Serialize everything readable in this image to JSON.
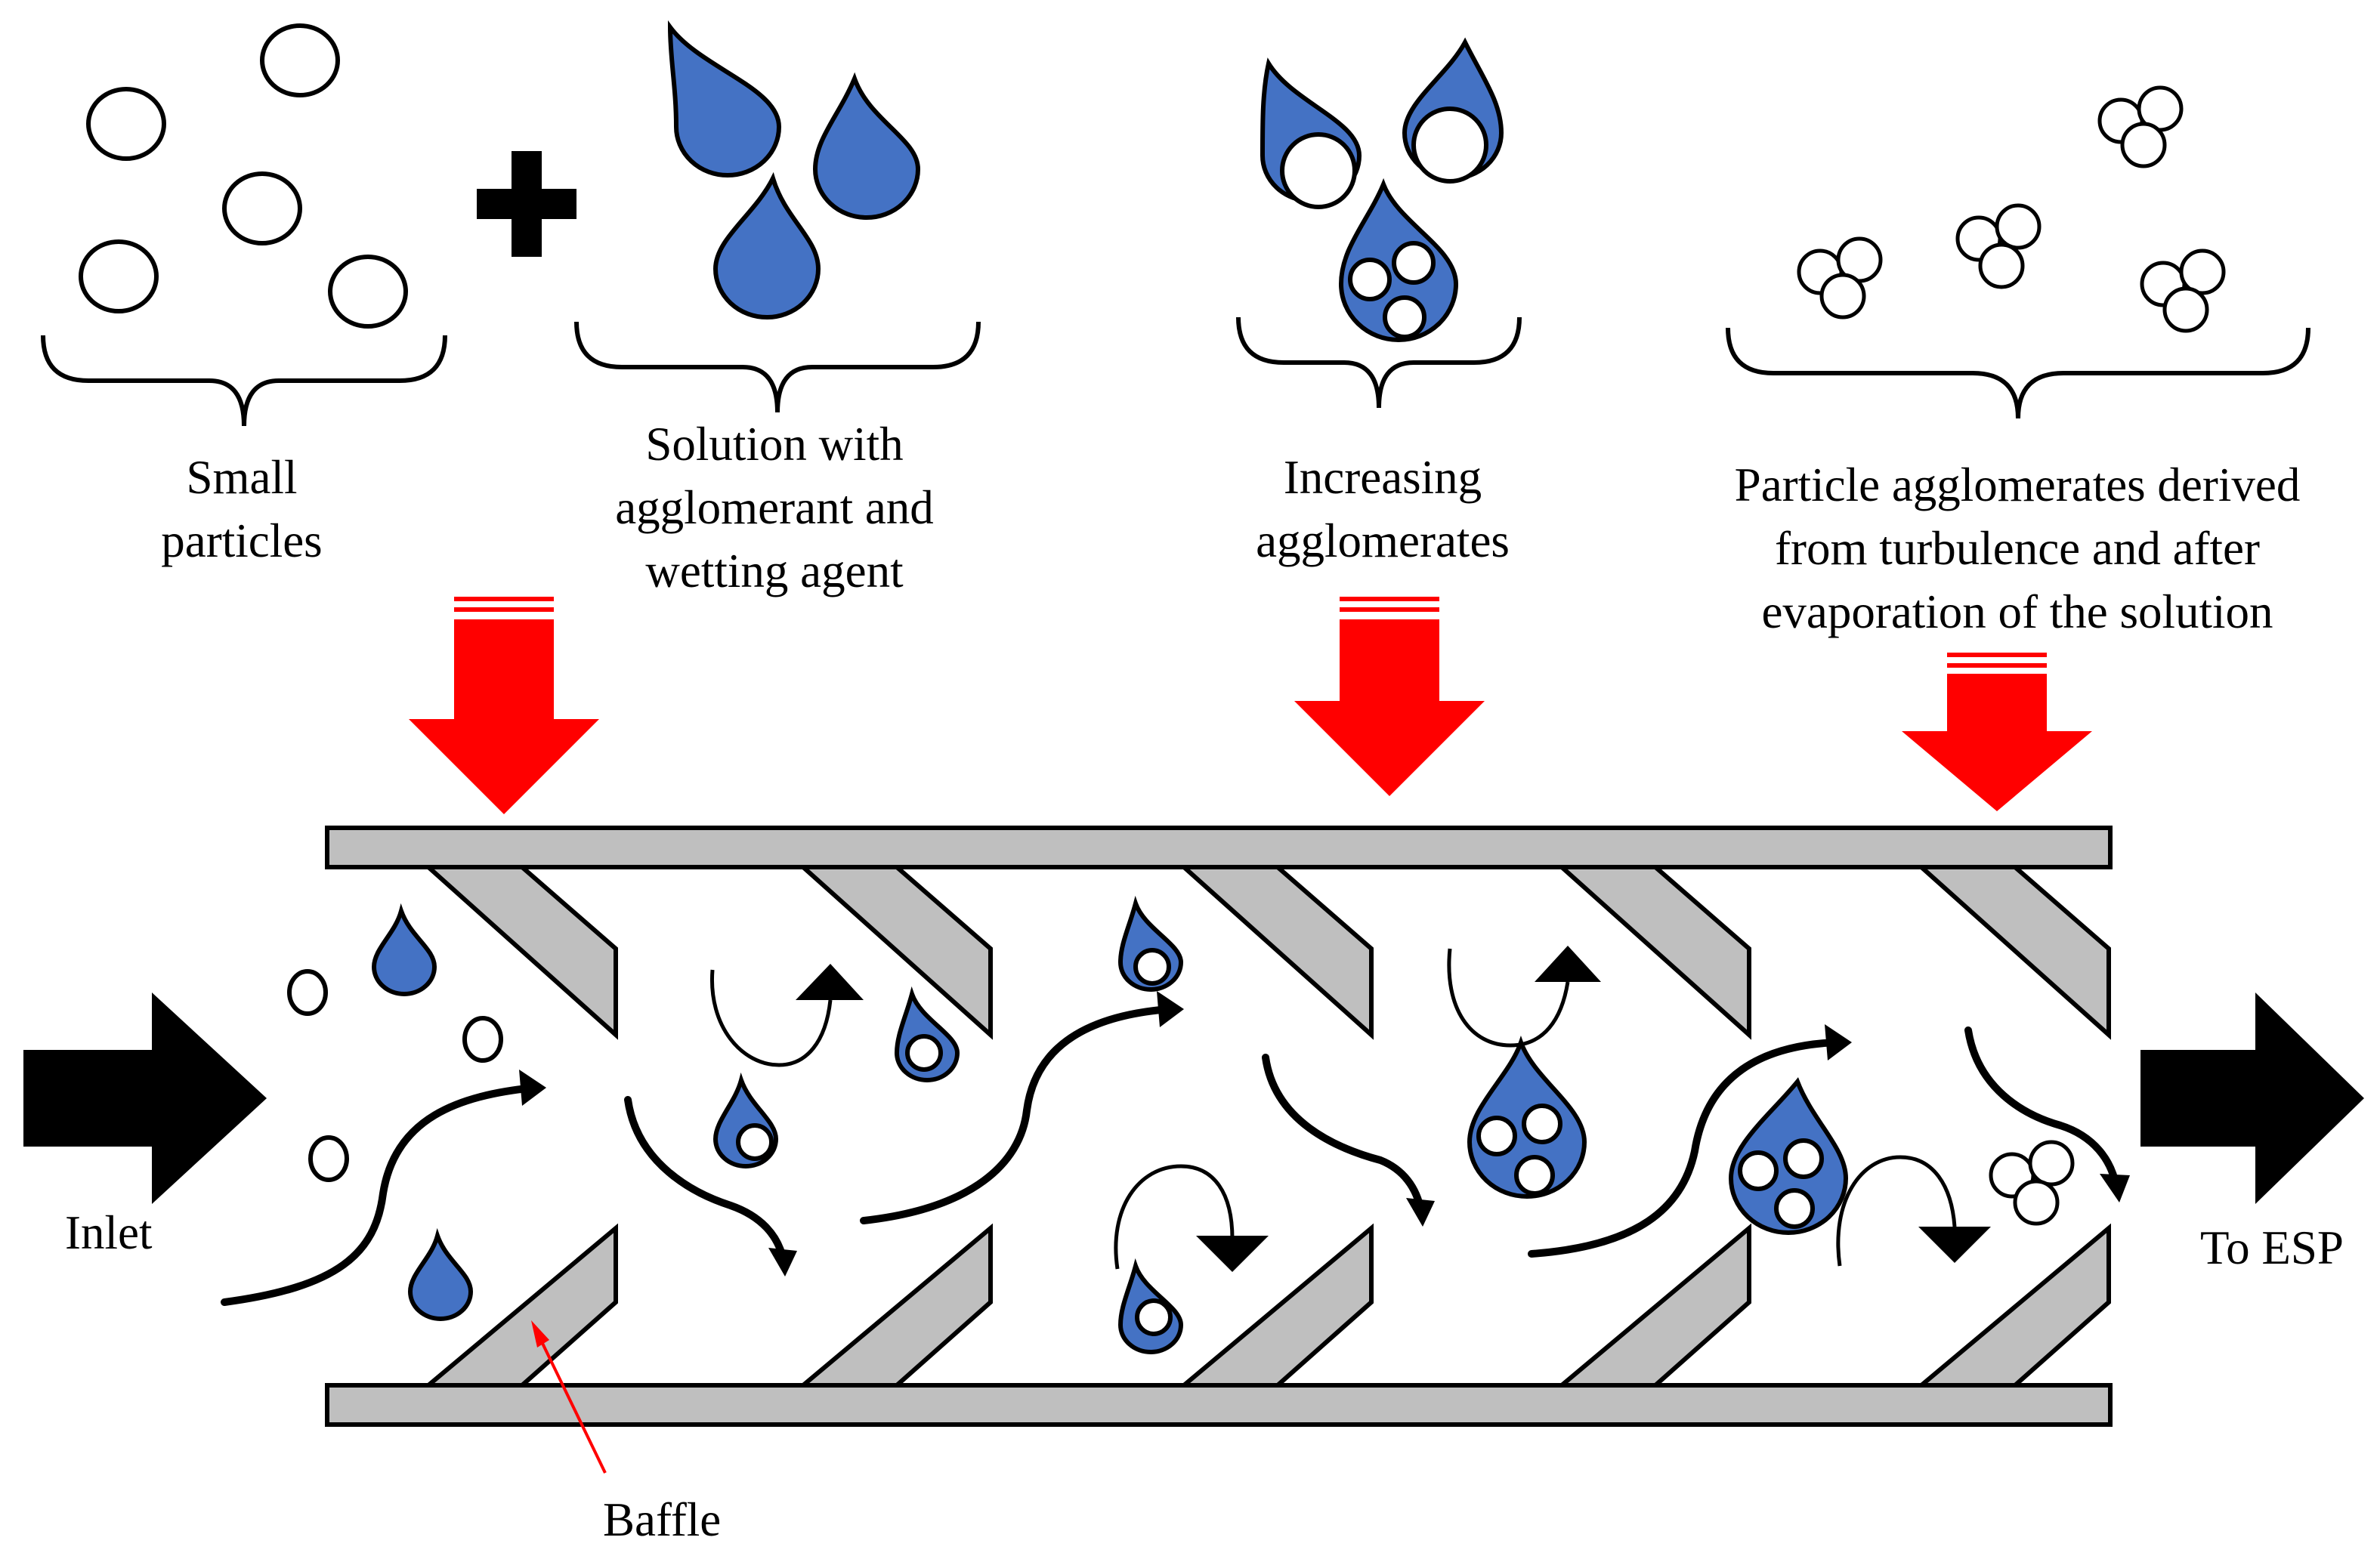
{
  "labels": {
    "small_particles": [
      "Small",
      "particles"
    ],
    "solution": [
      "Solution with",
      "agglomerant and",
      "wetting agent"
    ],
    "increasing": [
      "Increasing",
      "agglomerates"
    ],
    "particle_agglomerates": [
      "Particle agglomerates derived",
      "from turbulence and after",
      "evaporation of the solution"
    ],
    "inlet": "Inlet",
    "outlet": "To ESP",
    "baffle": "Baffle"
  },
  "colors": {
    "droplet": "#4472C4",
    "arrow_red": "#FF0000",
    "baffle_fill": "#BFBFBF",
    "outline": "#000000"
  }
}
